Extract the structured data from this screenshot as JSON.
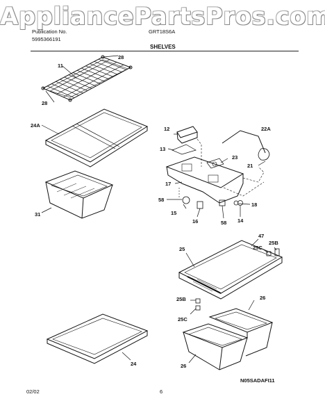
{
  "watermark": "AppliancePartsPros.com",
  "header": {
    "publication_label": "Publication No.",
    "publication_number": "5995366191",
    "model": "GRT18S6A",
    "section_title": "SHELVES"
  },
  "callouts": {
    "c28a": "28",
    "c11": "11",
    "c28b": "28",
    "c24A": "24A",
    "c31": "31",
    "c12": "12",
    "c22A": "22A",
    "c13": "13",
    "c23": "23",
    "c21": "21",
    "c17": "17",
    "c58a": "58",
    "c15": "15",
    "c16": "16",
    "c58b": "58",
    "c14": "14",
    "c18": "18",
    "c47": "47",
    "c25": "25",
    "c25B_top": "25B",
    "c25C_top": "25C",
    "c25B_bot": "25B",
    "c25C_bot": "25C",
    "c26a": "26",
    "c26b": "26",
    "c24": "24"
  },
  "footer": {
    "date": "02/02",
    "page": "6",
    "drawing_code": "N05SADAFI11"
  }
}
